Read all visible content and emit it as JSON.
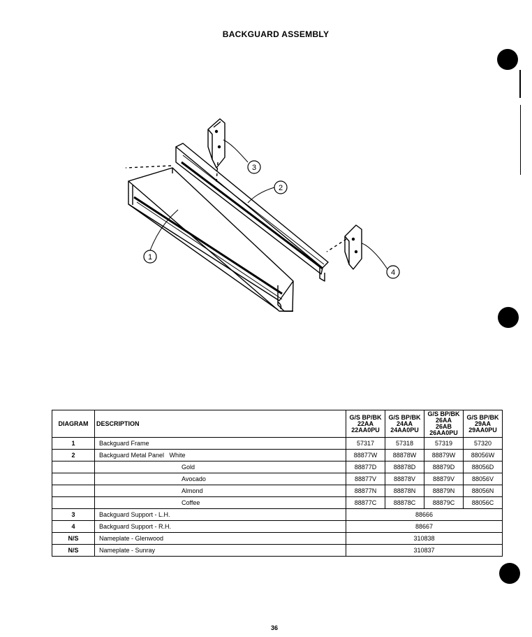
{
  "page": {
    "title": "BACKGUARD ASSEMBLY",
    "page_number": "36"
  },
  "diagram": {
    "callouts": [
      "1",
      "2",
      "3",
      "4"
    ]
  },
  "table": {
    "headers": {
      "diagram": "DIAGRAM",
      "description": "DESCRIPTION",
      "models": [
        [
          "G/S BP/BK",
          "22AA",
          "22AA0PU"
        ],
        [
          "G/S BP/BK",
          "24AA",
          "24AA0PU"
        ],
        [
          "G/S BP/BK",
          "26AA",
          "26AB",
          "26AA0PU"
        ],
        [
          "G/S BP/BK",
          "29AA",
          "29AA0PU"
        ]
      ]
    },
    "rows": [
      {
        "diagram": "1",
        "description": "Backguard Frame",
        "parts": [
          "57317",
          "57318",
          "57319",
          "57320"
        ]
      },
      {
        "diagram": "2",
        "description": "Backguard Metal Panel   White",
        "parts": [
          "88877W",
          "88878W",
          "88879W",
          "88056W"
        ]
      },
      {
        "diagram": "",
        "description": "Gold",
        "parts": [
          "88877D",
          "88878D",
          "88879D",
          "88056D"
        ]
      },
      {
        "diagram": "",
        "description": "Avocado",
        "parts": [
          "88877V",
          "88878V",
          "88879V",
          "88056V"
        ]
      },
      {
        "diagram": "",
        "description": "Almond",
        "parts": [
          "88877N",
          "88878N",
          "88879N",
          "88056N"
        ]
      },
      {
        "diagram": "",
        "description": "Coffee",
        "parts": [
          "88877C",
          "88878C",
          "88879C",
          "88056C"
        ]
      },
      {
        "diagram": "3",
        "description": "Backguard Support - L.H.",
        "part_all": "88666"
      },
      {
        "diagram": "4",
        "description": "Backguard Support - R.H.",
        "part_all": "88667"
      },
      {
        "diagram": "N/S",
        "description": "Nameplate - Glenwood",
        "part_all": "310838"
      },
      {
        "diagram": "N/S",
        "description": "Nameplate - Sunray",
        "part_all": "310837"
      }
    ]
  }
}
